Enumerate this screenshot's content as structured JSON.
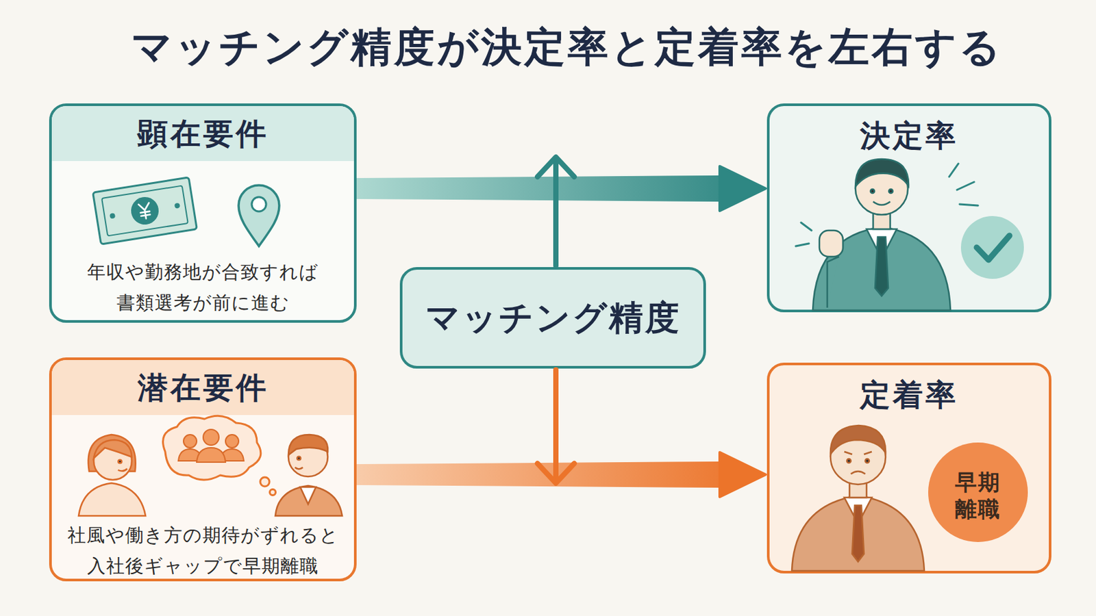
{
  "diagram": {
    "title": "マッチング精度が決定率と定着率を左右する",
    "nodes": [
      {
        "text": [
          "顕在要件",
          "年収や勤務地が合致すれば 書類選考が前に進む"
        ]
      },
      {
        "text": [
          "決定率"
        ]
      },
      {
        "text": [
          "マッチング精度"
        ]
      },
      {
        "text": [
          "潜在要件",
          "社風や働き方の期待がずれると 入社後ギャップで早期離職"
        ]
      },
      {
        "text": [
          "定着率"
        ]
      },
      {
        "text": [
          "早期 離職"
        ],
        "in": 4
      }
    ],
    "edges": [
      {
        "from": 0,
        "to": 1,
        "arrow": "to"
      },
      {
        "from": 3,
        "to": 4,
        "arrow": "to"
      }
    ]
  }
}
